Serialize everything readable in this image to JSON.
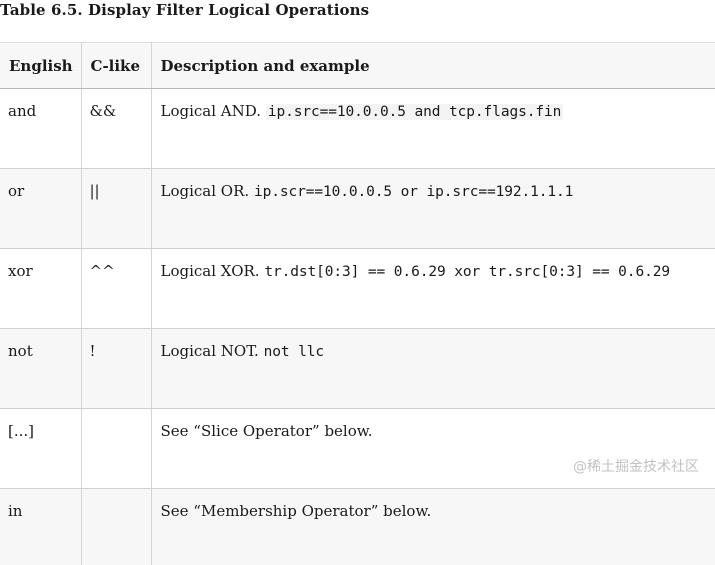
{
  "caption": "Table 6.5. Display Filter Logical Operations",
  "headers": [
    "English",
    "C-like",
    "Description and example"
  ],
  "rows": [
    {
      "english": "and",
      "clike": "&&",
      "desc": "Logical AND.",
      "code": "ip.src==10.0.0.5 and tcp.flags.fin"
    },
    {
      "english": "or",
      "clike": "||",
      "desc": "Logical OR.",
      "code": "ip.scr==10.0.0.5 or ip.src==192.1.1.1"
    },
    {
      "english": "xor",
      "clike": "^^",
      "desc": "Logical XOR.",
      "code": "tr.dst[0:3] == 0.6.29 xor tr.src[0:3] == 0.6.29"
    },
    {
      "english": "not",
      "clike": "!",
      "desc": "Logical NOT.",
      "code": "not llc"
    },
    {
      "english": "[...]",
      "clike": "",
      "desc": "See “Slice Operator” below.",
      "code": ""
    },
    {
      "english": "in",
      "clike": "",
      "desc": "See “Membership Operator” below.",
      "code": ""
    }
  ],
  "watermark": "@稀土掘金技术社区"
}
